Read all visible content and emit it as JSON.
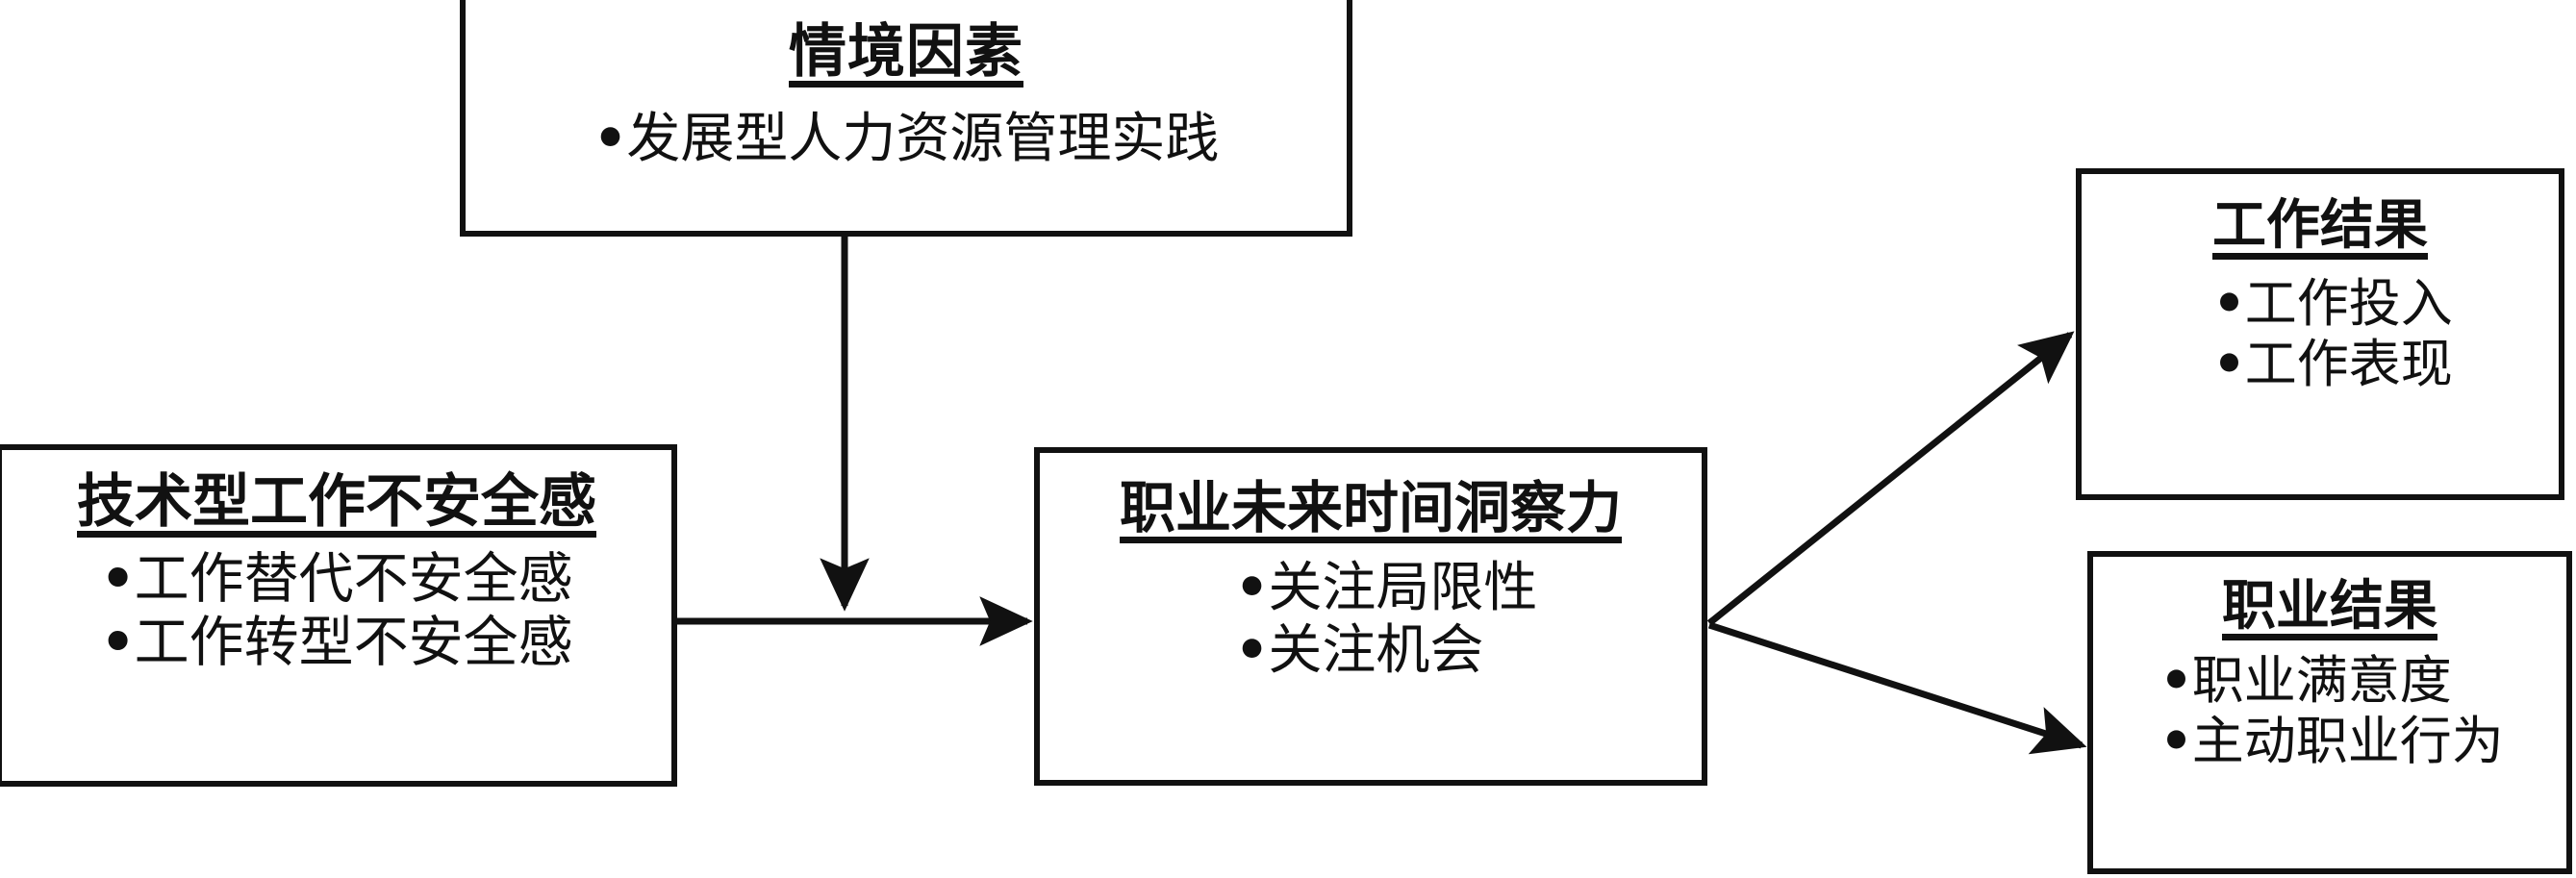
{
  "diagram": {
    "type": "conceptual-research-model",
    "background_color": "#ffffff",
    "line_color": "#111111",
    "bullet_glyph": "•",
    "nodes": [
      {
        "id": "context",
        "title": "情境因素",
        "bullets": [
          "发展型人力资源管理实践"
        ]
      },
      {
        "id": "insecurity",
        "title": "技术型工作不安全感",
        "bullets": [
          "工作替代不安全感",
          "工作转型不安全感"
        ]
      },
      {
        "id": "perspective",
        "title": "职业未来时间洞察力",
        "bullets": [
          "关注局限性",
          "关注机会"
        ]
      },
      {
        "id": "work_outcome",
        "title": "工作结果",
        "bullets": [
          "工作投入",
          "工作表现"
        ]
      },
      {
        "id": "career_outcome",
        "title": "职业结果",
        "bullets": [
          "职业满意度",
          "主动职业行为"
        ]
      }
    ],
    "edges": [
      {
        "id": "context-to-path",
        "from": "context",
        "to": "insecurity-to-perspective",
        "style": "solid-arrow",
        "orientation": "vertical-down"
      },
      {
        "id": "insecurity-to-perspective",
        "from": "insecurity",
        "to": "perspective",
        "style": "solid-arrow",
        "orientation": "horizontal-right"
      },
      {
        "id": "perspective-to-work",
        "from": "perspective",
        "to": "work_outcome",
        "style": "solid-arrow",
        "orientation": "diagonal-up-right"
      },
      {
        "id": "perspective-to-career",
        "from": "perspective",
        "to": "career_outcome",
        "style": "solid-arrow",
        "orientation": "diagonal-down-right"
      }
    ]
  }
}
